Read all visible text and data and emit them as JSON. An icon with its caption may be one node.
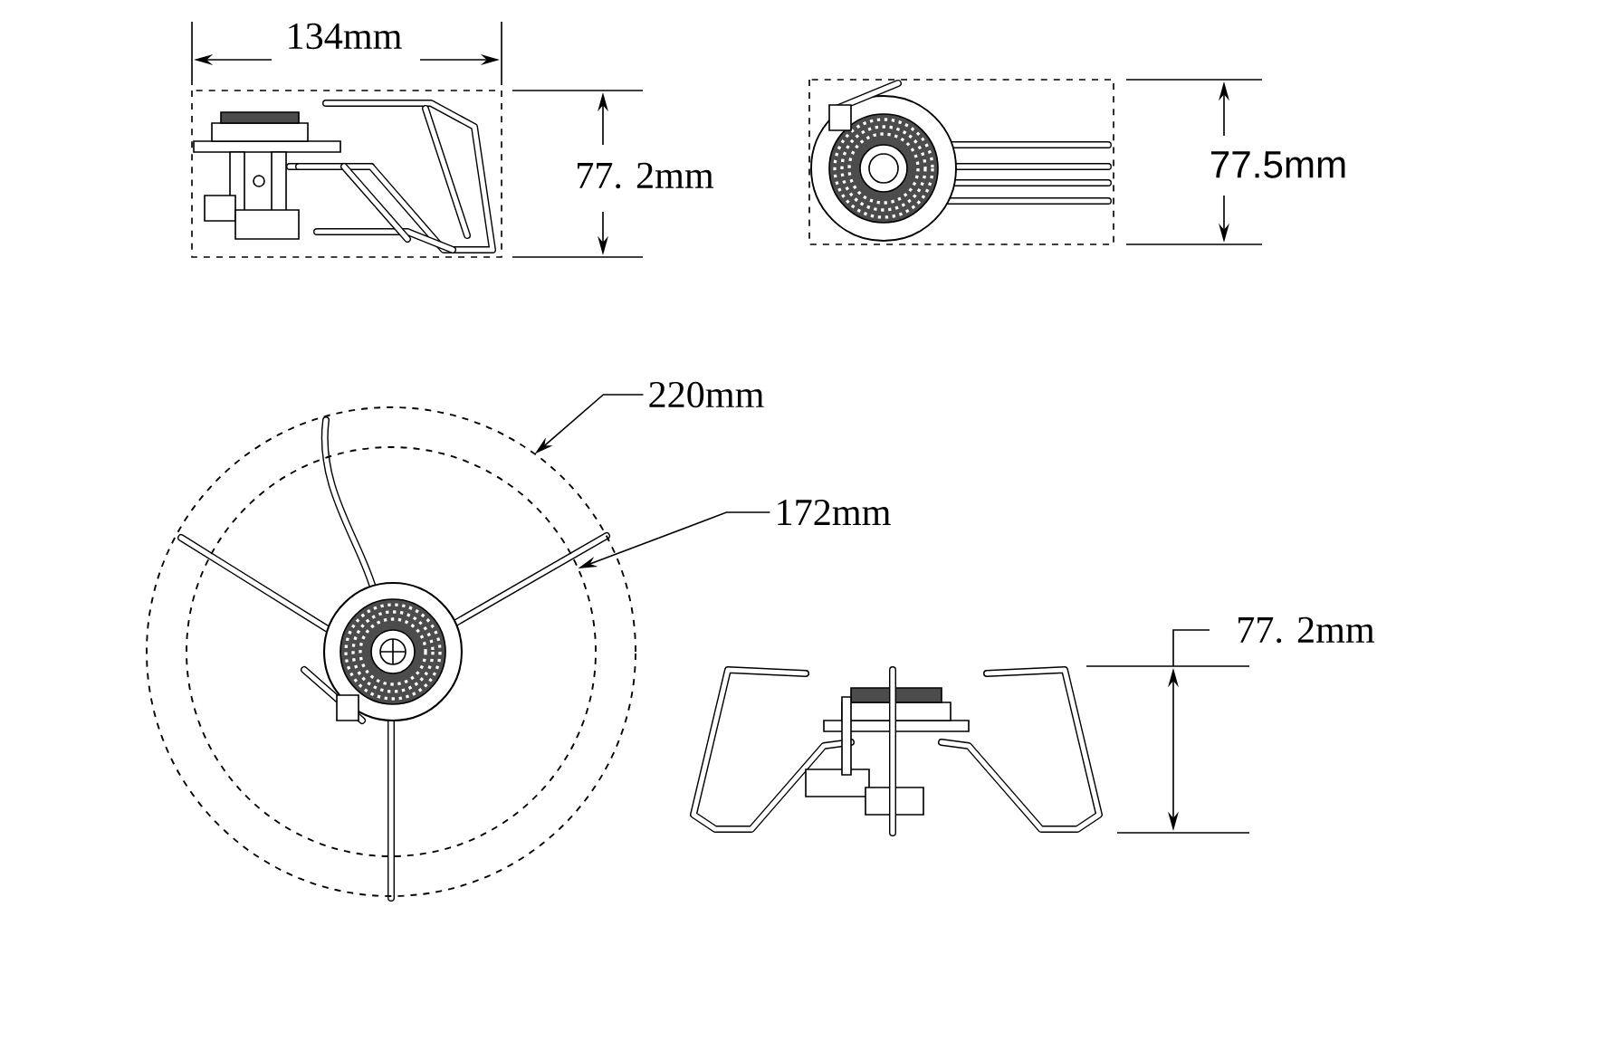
{
  "diagram": {
    "nodes": [
      {
        "text": [
          "220mm"
        ]
      },
      {
        "text": [
          "172mm"
        ]
      },
      {
        "text": [],
        "shape": "circle"
      },
      {
        "text": [],
        "shape": "circle",
        "in": 2
      }
    ],
    "edges": [
      {
        "from": 0,
        "to": 2,
        "arrow": "to"
      },
      {
        "from": 1,
        "to": 3,
        "arrow": "to"
      }
    ],
    "labels": [
      "134mm",
      "77. 2mm",
      "77.5mm",
      "77. 2mm"
    ]
  }
}
